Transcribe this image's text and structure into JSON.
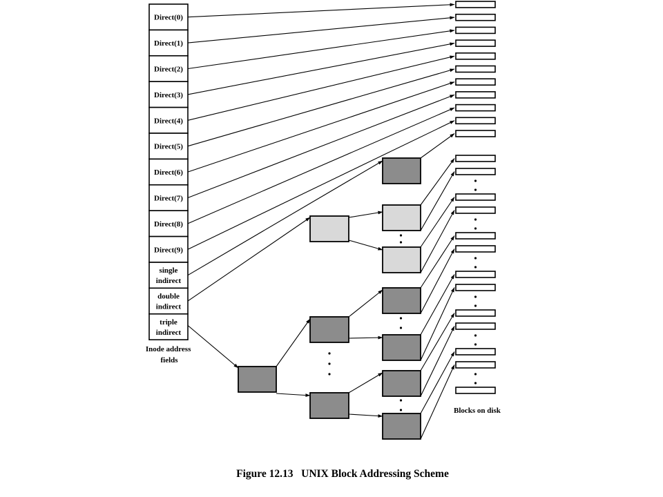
{
  "inode": {
    "fields": [
      {
        "id": "direct-0",
        "lines": [
          "Direct(0)"
        ]
      },
      {
        "id": "direct-1",
        "lines": [
          "Direct(1)"
        ]
      },
      {
        "id": "direct-2",
        "lines": [
          "Direct(2)"
        ]
      },
      {
        "id": "direct-3",
        "lines": [
          "Direct(3)"
        ]
      },
      {
        "id": "direct-4",
        "lines": [
          "Direct(4)"
        ]
      },
      {
        "id": "direct-5",
        "lines": [
          "Direct(5)"
        ]
      },
      {
        "id": "direct-6",
        "lines": [
          "Direct(6)"
        ]
      },
      {
        "id": "direct-7",
        "lines": [
          "Direct(7)"
        ]
      },
      {
        "id": "direct-8",
        "lines": [
          "Direct(8)"
        ]
      },
      {
        "id": "direct-9",
        "lines": [
          "Direct(9)"
        ]
      },
      {
        "id": "single-indirect",
        "lines": [
          "single",
          "indirect"
        ]
      },
      {
        "id": "double-indirect",
        "lines": [
          "double",
          "indirect"
        ]
      },
      {
        "id": "triple-indirect",
        "lines": [
          "triple",
          "indirect"
        ]
      }
    ],
    "label_lines": [
      "Inode address",
      "fields"
    ]
  },
  "disk": {
    "label": "Blocks on disk"
  },
  "caption": "Figure 12.13   UNIX Block Addressing Scheme",
  "colors": {
    "outline": "#000000",
    "dark_block": "#8c8c8c",
    "light_block": "#d9d9d9",
    "disk_block": "#ffffff",
    "background": "#ffffff"
  }
}
